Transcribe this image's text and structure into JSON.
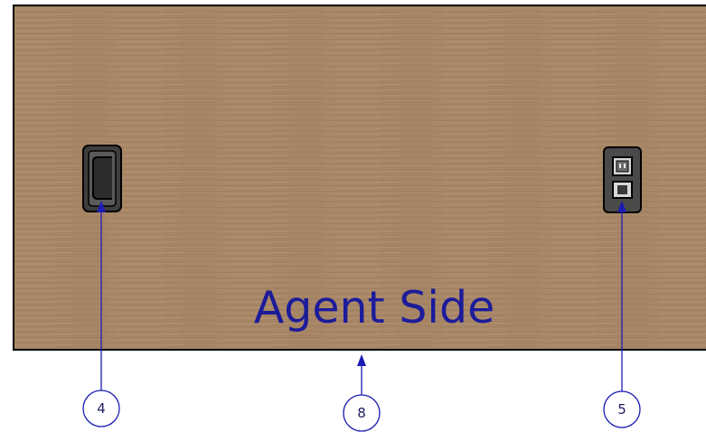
{
  "panel": {
    "label": "Agent Side",
    "wood_color": "#a88766",
    "grain_color": "#8d6e52",
    "border_color": "#000000"
  },
  "callouts": [
    {
      "number": "4",
      "target": "cable-grommet"
    },
    {
      "number": "8",
      "target": "panel-bottom-edge"
    },
    {
      "number": "5",
      "target": "power-outlet"
    }
  ],
  "colors": {
    "callout": "#1c1cb4",
    "label": "#1c1c9a",
    "fixture_fill": "#4a4a4a",
    "fixture_border": "#000000"
  }
}
